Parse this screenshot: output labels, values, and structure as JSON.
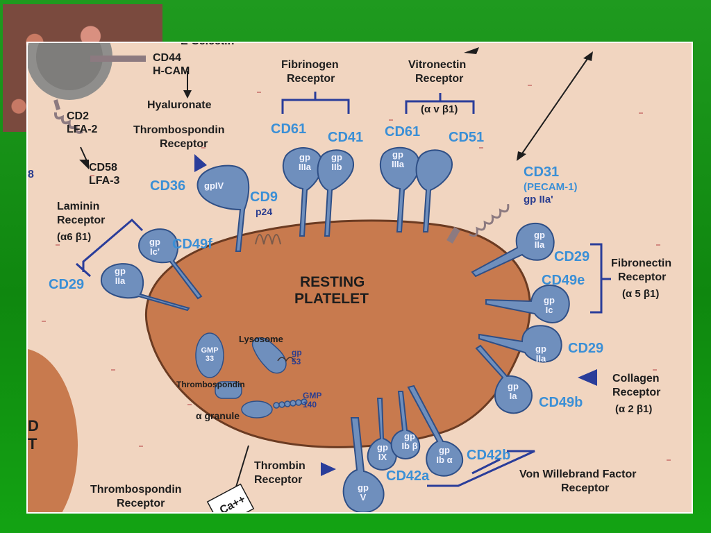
{
  "thumbnail_icon": "platelet-micrograph",
  "colors": {
    "background": "#149614",
    "slide": "#f1d5c0",
    "platelet": "#c87a4e",
    "receptor": "#6f8fbd",
    "cd_text": "#3a8fd6",
    "bracket": "#2a3d9a"
  },
  "center": {
    "line1": "RESTING",
    "line2": "PLATELET"
  },
  "top_left": {
    "selectin_fragment": "E-Selectin",
    "cd44": "CD44",
    "hcam": "H-CAM",
    "hyaluronate": "Hyaluronate",
    "cd2": "CD2",
    "lfa2": "LFA-2",
    "cd58": "CD58",
    "lfa3": "LFA-3",
    "edge_digit": "8"
  },
  "thrombospondin_receptor_top": {
    "line1": "Thrombospondin",
    "line2": "Receptor",
    "cd": "CD36",
    "gp": "gpIV"
  },
  "cd9": {
    "cd": "CD9",
    "sub": "p24"
  },
  "fibrinogen_receptor": {
    "line1": "Fibrinogen",
    "line2": "Receptor",
    "cd61": "CD61",
    "cd41": "CD41",
    "gp_left": [
      "gp",
      "IIIa"
    ],
    "gp_right": [
      "gp",
      "IIb"
    ]
  },
  "vitronectin_receptor": {
    "line1": "Vitronectin",
    "line2": "Receptor",
    "formula": "(α v β1)",
    "cd61": "CD61",
    "cd51": "CD51",
    "gp": [
      "gp",
      "IIIa"
    ]
  },
  "cd31": {
    "cd": "CD31",
    "alt": "(PECAM-1)",
    "gp": "gp IIa'"
  },
  "laminin_receptor": {
    "line1": "Laminin",
    "line2": "Receptor",
    "formula": "(α6 β1)",
    "cd49f": "CD49f",
    "cd29": "CD29",
    "gp_upper": [
      "gp",
      "Ic'"
    ],
    "gp_lower": [
      "gp",
      "IIa"
    ]
  },
  "fibronectin_receptor": {
    "line1": "Fibronectin",
    "line2": "Receptor",
    "formula": "(α 5 β1)",
    "cd29": "CD29",
    "cd49e": "CD49e",
    "gp_upper": [
      "gp",
      "IIa"
    ],
    "gp_lower": [
      "gp",
      "Ic"
    ]
  },
  "collagen_receptor": {
    "line1": "Collagen",
    "line2": "Receptor",
    "formula": "(α 2 β1)",
    "cd29": "CD29",
    "cd49b": "CD49b",
    "gp_upper": [
      "gp",
      "IIa"
    ],
    "gp_lower": [
      "gp",
      "Ia"
    ]
  },
  "vwf_receptor": {
    "line1": "Von Willebrand Factor",
    "line2": "Receptor",
    "cd42b": "CD42b",
    "cd42a": "CD42a",
    "gp_ix": [
      "gp",
      "IX"
    ],
    "gp_ibb": [
      "gp",
      "Ib β"
    ],
    "gp_iba": [
      "gp",
      "Ib α"
    ],
    "gp_v": [
      "gp",
      "V"
    ]
  },
  "thrombin_receptor": {
    "line1": "Thrombin",
    "line2": "Receptor"
  },
  "thrombospondin_receptor_bottom": {
    "line1": "Thrombospondin",
    "line2": "Receptor"
  },
  "calcium": "Ca++",
  "internal": {
    "lysosome": "Lysosome",
    "gmp33": [
      "GMP",
      "33"
    ],
    "gp53": [
      "gp",
      "53"
    ],
    "thrombospondin": "Thrombospondin",
    "gmp140": [
      "GMP",
      "140"
    ],
    "alpha_granule": "α granule"
  },
  "neighbor_platelet_letters": [
    "D",
    "T"
  ]
}
